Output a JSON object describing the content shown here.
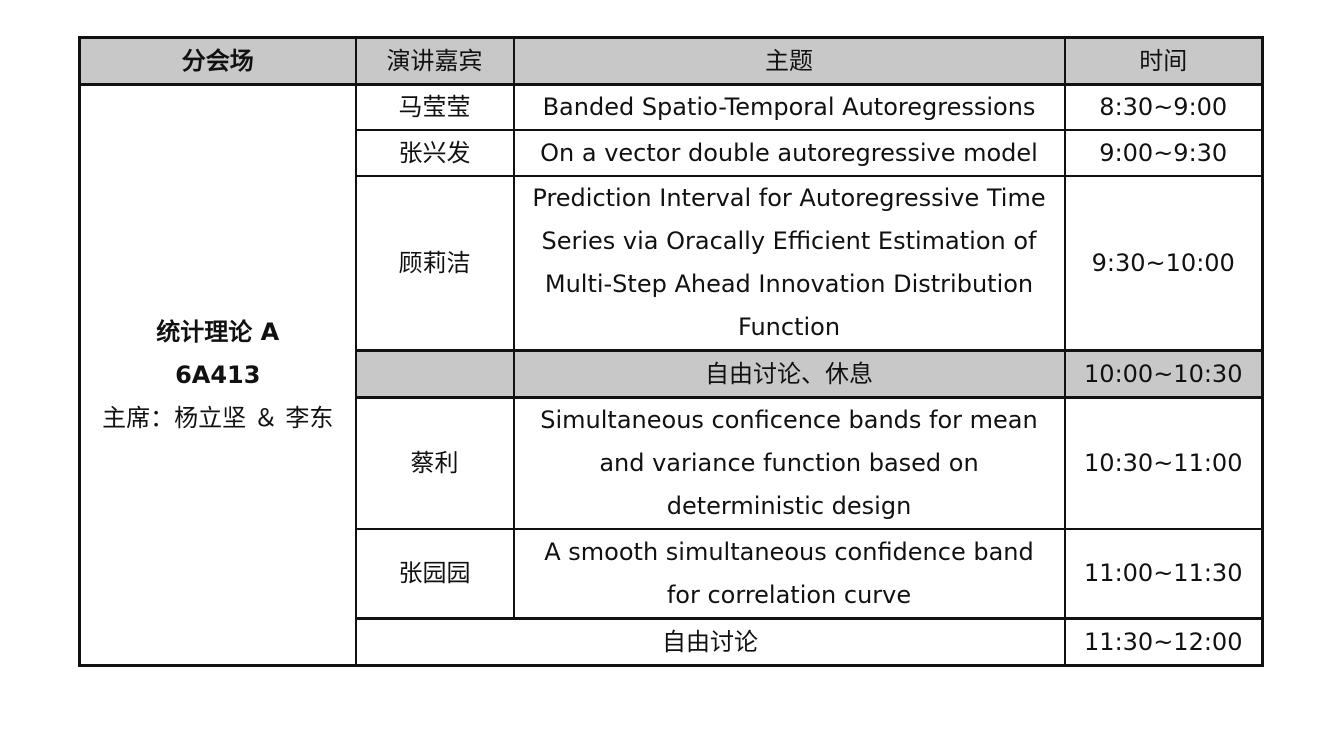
{
  "headers": {
    "session": "分会场",
    "speaker": "演讲嘉宾",
    "topic": "主题",
    "time": "时间"
  },
  "session": {
    "title": "统计理论 A",
    "room": "6A413",
    "chair": "主席：杨立坚 ＆ 李东"
  },
  "rows": [
    {
      "speaker": "马莹莹",
      "topic": "Banded Spatio-Temporal Autoregressions",
      "time": "8:30~9:00"
    },
    {
      "speaker": "张兴发",
      "topic": "On a vector double autoregressive model",
      "time": "9:00~9:30"
    },
    {
      "speaker": "顾莉洁",
      "topic": "Prediction Interval for Autoregressive Time Series via Oracally Efficient Estimation of Multi-Step Ahead Innovation Distribution Function",
      "time": "9:30~10:00"
    },
    {
      "speaker": "",
      "topic": "自由讨论、休息",
      "time": "10:00~10:30"
    },
    {
      "speaker": "蔡利",
      "topic": "Simultaneous conficence bands for mean and variance function based on deterministic design",
      "time": "10:30~11:00"
    },
    {
      "speaker": "张园园",
      "topic": "A smooth simultaneous confidence band for correlation curve",
      "time": "11:00~11:30"
    },
    {
      "speaker": "",
      "topic": "自由讨论",
      "time": "11:30~12:00"
    }
  ],
  "colors": {
    "header_bg": "#c8c8c8",
    "border": "#111111"
  }
}
